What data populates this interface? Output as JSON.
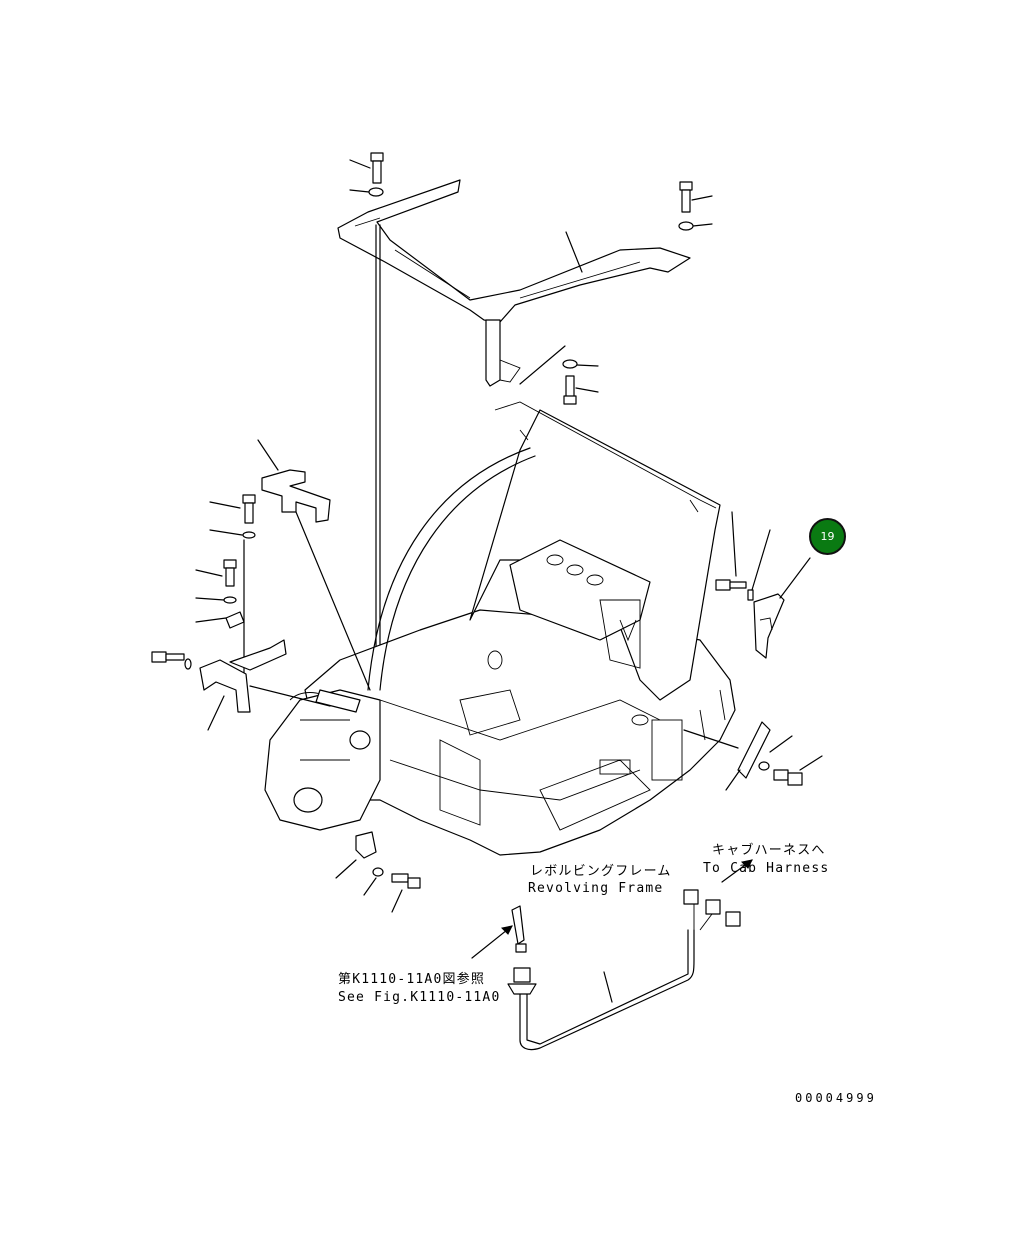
{
  "callout": {
    "number": "19",
    "color": "#0a7a12"
  },
  "labels": {
    "revolving_frame_jp": "レボルビングフレーム",
    "revolving_frame_en": "Revolving Frame",
    "cab_harness_jp": "キャブハーネスへ",
    "cab_harness_en": "To Cab Harness",
    "see_fig_jp": "第K1110-11A0図参照",
    "see_fig_en": "See Fig.K1110-11A0"
  },
  "drawing_number": "00004999"
}
